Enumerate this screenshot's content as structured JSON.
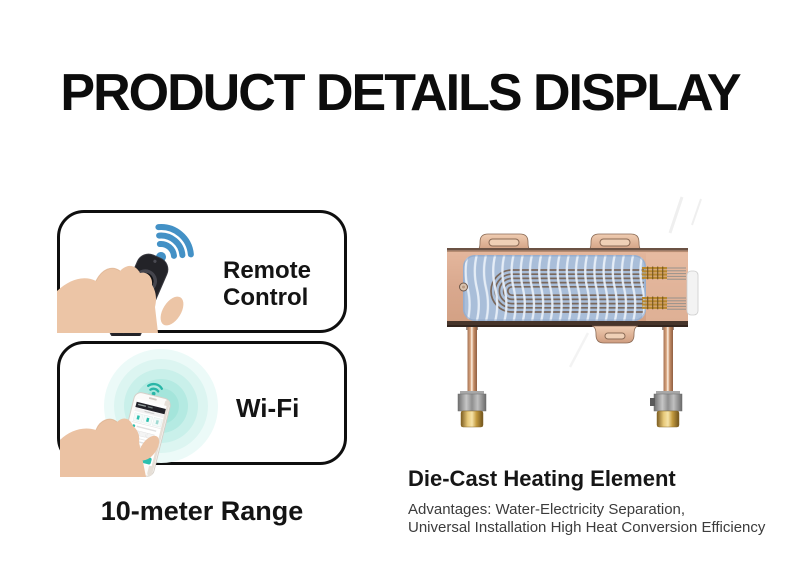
{
  "title": "PRODUCT DETAILS DISPLAY",
  "features": {
    "remote_card": {
      "label": "Remote Control",
      "icon": "wifi-signal-icon"
    },
    "wifi_card": {
      "label": "Wi-Fi",
      "icon": "wifi-ripple-icon"
    },
    "range_label": "10-meter Range"
  },
  "product": {
    "heading": "Die-Cast Heating Element",
    "advantages_line1": "Advantages: Water-Electricity Separation,",
    "advantages_line2": "Universal Installation High Heat Conversion Efficiency"
  },
  "colors": {
    "wifi_blue": "#4391c6",
    "app_teal": "#2cbfae",
    "heater_body": "#d9a88e",
    "coil_blue": "#a9bed9",
    "copper": "#c89879",
    "brass": "#d4b05a",
    "text_primary": "#0c0c0c",
    "text_secondary": "#3c3c3c"
  }
}
